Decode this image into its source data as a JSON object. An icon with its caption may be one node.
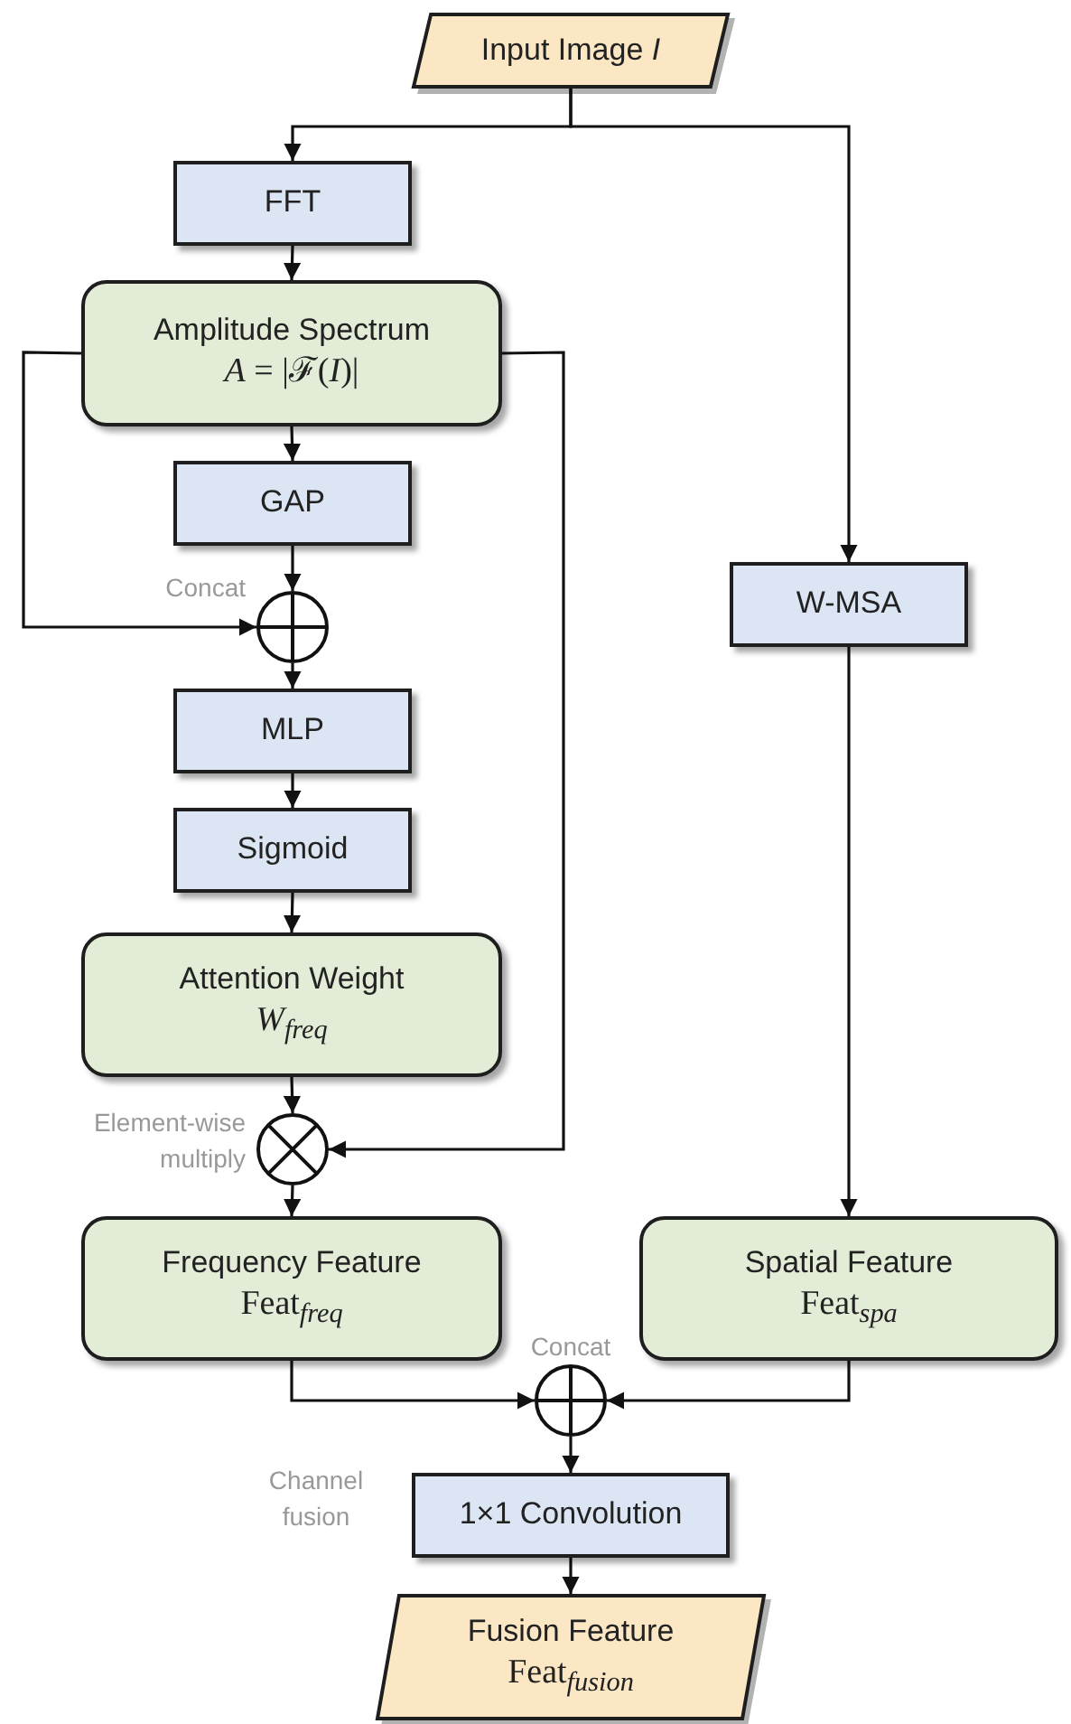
{
  "diagram": {
    "nodes": [
      {
        "text": [
          "Input Image *I*"
        ]
      },
      {
        "text": [
          "FFT"
        ]
      },
      {
        "text": [
          "Amplitude Spectrum",
          "*A* = |ℱ(*I*)|"
        ]
      },
      {
        "text": [
          "GAP"
        ]
      },
      {
        "text": [],
        "shape": "circle",
        "beside": [
          "Concat"
        ]
      },
      {
        "text": [
          "MLP"
        ]
      },
      {
        "text": [
          "Sigmoid"
        ]
      },
      {
        "text": [
          "Attention Weight",
          "*W*$_{freq}$"
        ]
      },
      {
        "text": [],
        "shape": "circle",
        "beside": [
          "Element-wise multiply"
        ]
      },
      {
        "text": [
          "Frequency Feature",
          "Feat$_{freq}$"
        ]
      },
      {
        "text": [
          "W-MSA"
        ]
      },
      {
        "text": [
          "Spatial Feature",
          "Feat$_{spa}$"
        ]
      },
      {
        "text": [],
        "shape": "circle",
        "beside": [
          "Concat"
        ]
      },
      {
        "text": [
          "1×1 Convolution"
        ],
        "beside": [
          "Channel fusion"
        ]
      },
      {
        "text": [
          "Fusion Feature",
          "Feat$_{fusion}$"
        ]
      }
    ],
    "edges": [
      {
        "from": 0,
        "to": 1,
        "arrow": "to"
      },
      {
        "from": 0,
        "to": 10,
        "arrow": "to"
      },
      {
        "from": 1,
        "to": 2,
        "arrow": "to"
      },
      {
        "from": 2,
        "to": 3,
        "arrow": "to"
      },
      {
        "from": 3,
        "to": 4,
        "arrow": "to"
      },
      {
        "from": 2,
        "to": 4,
        "arrow": "to"
      },
      {
        "from": 4,
        "to": 5,
        "arrow": "to"
      },
      {
        "from": 5,
        "to": 6,
        "arrow": "to"
      },
      {
        "from": 6,
        "to": 7,
        "arrow": "to"
      },
      {
        "from": 7,
        "to": 8,
        "arrow": "to"
      },
      {
        "from": 2,
        "to": 8,
        "arrow": "to"
      },
      {
        "from": 8,
        "to": 9,
        "arrow": "to"
      },
      {
        "from": 10,
        "to": 11,
        "arrow": "to"
      },
      {
        "from": 9,
        "to": 12,
        "arrow": "to"
      },
      {
        "from": 11,
        "to": 12,
        "arrow": "to"
      },
      {
        "from": 12,
        "to": 13,
        "arrow": "to"
      },
      {
        "from": 13,
        "to": 14,
        "arrow": "to"
      }
    ]
  }
}
